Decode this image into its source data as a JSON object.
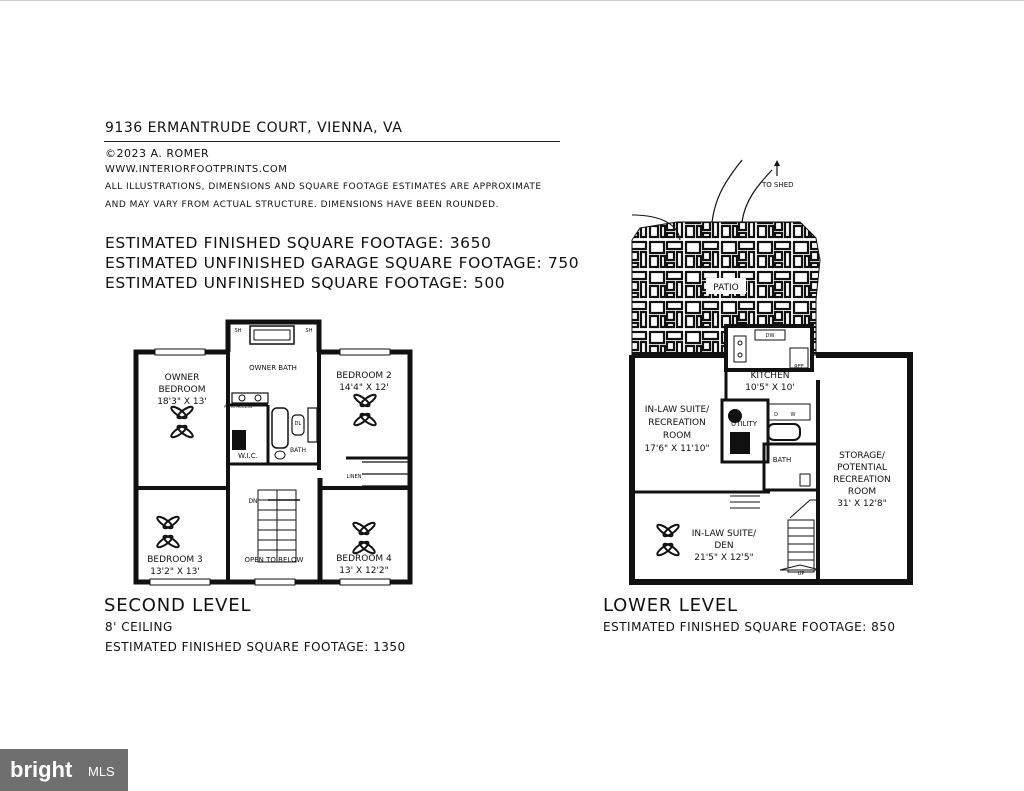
{
  "header": {
    "title": "9136 ERMANTRUDE COURT, VIENNA, VA",
    "copyright": "©2023 A. ROMER",
    "website": "WWW.INTERIORFOOTPRINTS.COM",
    "disclaimer_1": "ALL ILLUSTRATIONS, DIMENSIONS AND SQUARE FOOTAGE ESTIMATES ARE APPROXIMATE",
    "disclaimer_2": "AND MAY VARY FROM ACTUAL STRUCTURE. DIMENSIONS HAVE BEEN ROUNDED."
  },
  "summary": {
    "finished": "ESTIMATED FINISHED SQUARE FOOTAGE: 3650",
    "garage": "ESTIMATED UNFINISHED GARAGE SQUARE FOOTAGE: 750",
    "unfinished": "ESTIMATED UNFINISHED SQUARE FOOTAGE: 500"
  },
  "second_level": {
    "title": "SECOND LEVEL",
    "ceiling": "8' CEILING",
    "sqft": "ESTIMATED FINISHED SQUARE FOOTAGE: 1350",
    "rooms": {
      "owner_bedroom_1": "OWNER",
      "owner_bedroom_2": "BEDROOM",
      "owner_bedroom_dim": "18'3\" X 13'",
      "owner_bath": "OWNER BATH",
      "bedroom2": "BEDROOM 2",
      "bedroom2_dim": "14'4\" X 12'",
      "bath": "BATH",
      "wic": "W.I.C.",
      "attic": "ATTIC ACCESS",
      "linen": "LINEN",
      "dn": "DN",
      "bedroom3": "BEDROOM 3",
      "bedroom3_dim": "13'2\" X 13'",
      "open": "OPEN TO BELOW",
      "bedroom4": "BEDROOM 4",
      "bedroom4_dim": "13' X 12'2\"",
      "sh1": "SH",
      "sh2": "SH",
      "dl": "DL"
    }
  },
  "lower_level": {
    "title": "LOWER LEVEL",
    "sqft": "ESTIMATED FINISHED SQUARE FOOTAGE: 850",
    "rooms": {
      "to_shed": "TO SHED",
      "patio": "PATIO",
      "kitchen": "KITCHEN",
      "kitchen_dim": "10'5\" X 10'",
      "dw": "DW",
      "ref": "REF",
      "inlaw_rec_1": "IN-LAW SUITE/",
      "inlaw_rec_2": "RECREATION",
      "inlaw_rec_3": "ROOM",
      "inlaw_rec_dim": "17'6\" X 11'10\"",
      "utility": "UTILITY",
      "bath": "BATH",
      "d": "D",
      "w": "W",
      "storage_1": "STORAGE/",
      "storage_2": "POTENTIAL",
      "storage_3": "RECREATION",
      "storage_4": "ROOM",
      "storage_dim": "31' X 12'8\"",
      "den_1": "IN-LAW SUITE/",
      "den_2": "DEN",
      "den_dim": "21'5\" X 12'5\"",
      "up": "UP"
    }
  },
  "watermark": {
    "brand": "bright",
    "mls": "MLS"
  }
}
